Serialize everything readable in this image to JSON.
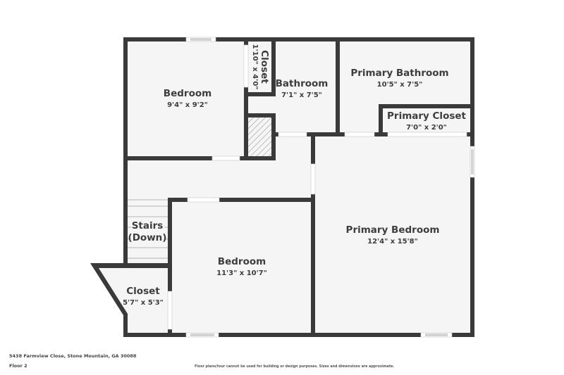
{
  "plan": {
    "floor_label": "Floor 2",
    "address": "5438 Farmview Close, Stone Mountain, GA 30088",
    "disclaimer": "Floor plans/tour cannot be used for building or design purposes. Sizes and dimensions are approximate.",
    "colors": {
      "wall": "#3a3a3a",
      "floor": "#f5f5f5",
      "text": "#3d3d3d",
      "background": "#ffffff"
    }
  },
  "rooms": {
    "bedroom_nw": {
      "name": "Bedroom",
      "dims": "9'4\" x 9'2\""
    },
    "closet_small": {
      "name": "Closet",
      "dims": "1'10\" x 4'0\""
    },
    "bathroom": {
      "name": "Bathroom",
      "dims": "7'1\" x 7'5\""
    },
    "primary_bathroom": {
      "name": "Primary Bathroom",
      "dims": "10'5\" x 7'5\""
    },
    "primary_closet": {
      "name": "Primary Closet",
      "dims": "7'0\" x 2'0\""
    },
    "primary_bedroom": {
      "name": "Primary Bedroom",
      "dims": "12'4\" x 15'8\""
    },
    "stairs": {
      "name_line1": "Stairs",
      "name_line2": "(Down)"
    },
    "bedroom_sw": {
      "name": "Bedroom",
      "dims": "11'3\" x 10'7\""
    },
    "closet_sw": {
      "name": "Closet",
      "dims": "5'7\" x 5'3\""
    }
  }
}
